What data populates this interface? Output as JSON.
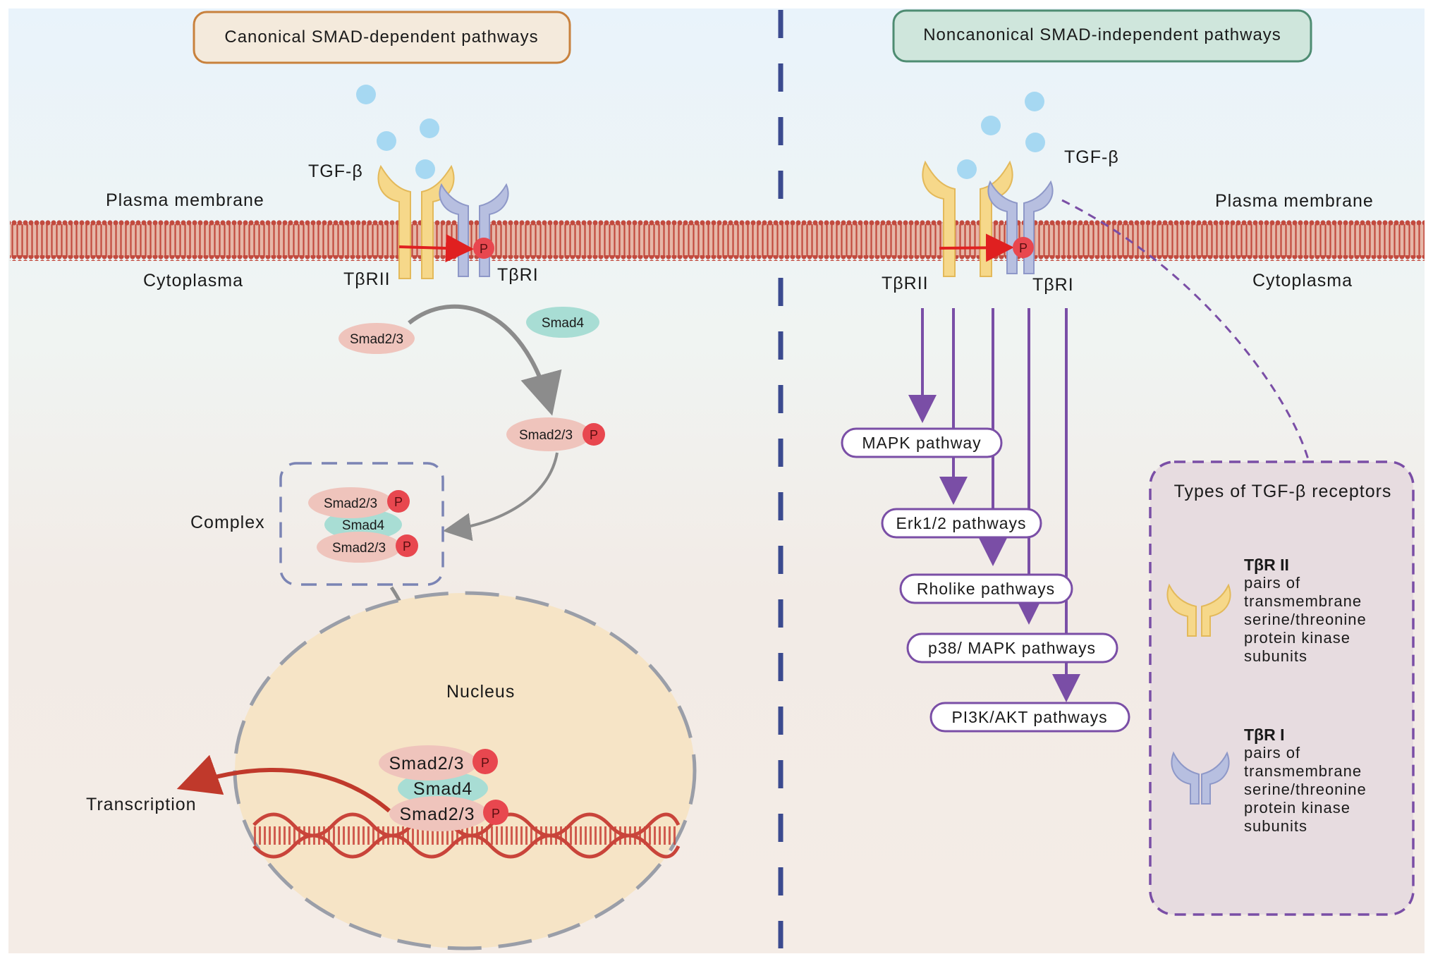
{
  "left_panel": {
    "title": "Canonical SMAD-dependent pathways",
    "ligand": "TGF-β",
    "plasma_membrane": "Plasma membrane",
    "cytoplasma": "Cytoplasma",
    "receptor_ii": "TβRII",
    "receptor_i": "TβRI",
    "phospho": "P",
    "smad23": "Smad2/3",
    "smad4": "Smad4",
    "complex": "Complex",
    "nucleus": "Nucleus",
    "transcription": "Transcription"
  },
  "right_panel": {
    "title": "Noncanonical SMAD-independent pathways",
    "ligand": "TGF-β",
    "plasma_membrane": "Plasma membrane",
    "cytoplasma": "Cytoplasma",
    "receptor_ii": "TβRII",
    "receptor_i": "TβRI",
    "phospho": "P",
    "pathways": [
      "MAPK pathway",
      "Erk1/2 pathways",
      "Rholike pathways",
      "p38/ MAPK pathways",
      "PI3K/AKT pathways"
    ]
  },
  "legend": {
    "title": "Types of TGF-β receptors",
    "receptors": [
      {
        "name": "TβR II",
        "description": [
          "pairs of",
          "transmembrane",
          "serine/threonine",
          "protein kinase",
          "subunits"
        ],
        "color": "#f6d88a"
      },
      {
        "name": "TβR I",
        "description": [
          "pairs of",
          "transmembrane",
          "serine/threonine",
          "protein kinase",
          "subunits"
        ],
        "color": "#b7bfe0"
      }
    ]
  },
  "colors": {
    "membrane": "#c24a3e",
    "pathway_arrow": "#7a4ea6",
    "phospho": "#e8474f",
    "smad23": "#efc4bc",
    "smad4": "#a8ddd4",
    "ligand": "#a6d8f2",
    "divider": "#3b4a8f"
  }
}
